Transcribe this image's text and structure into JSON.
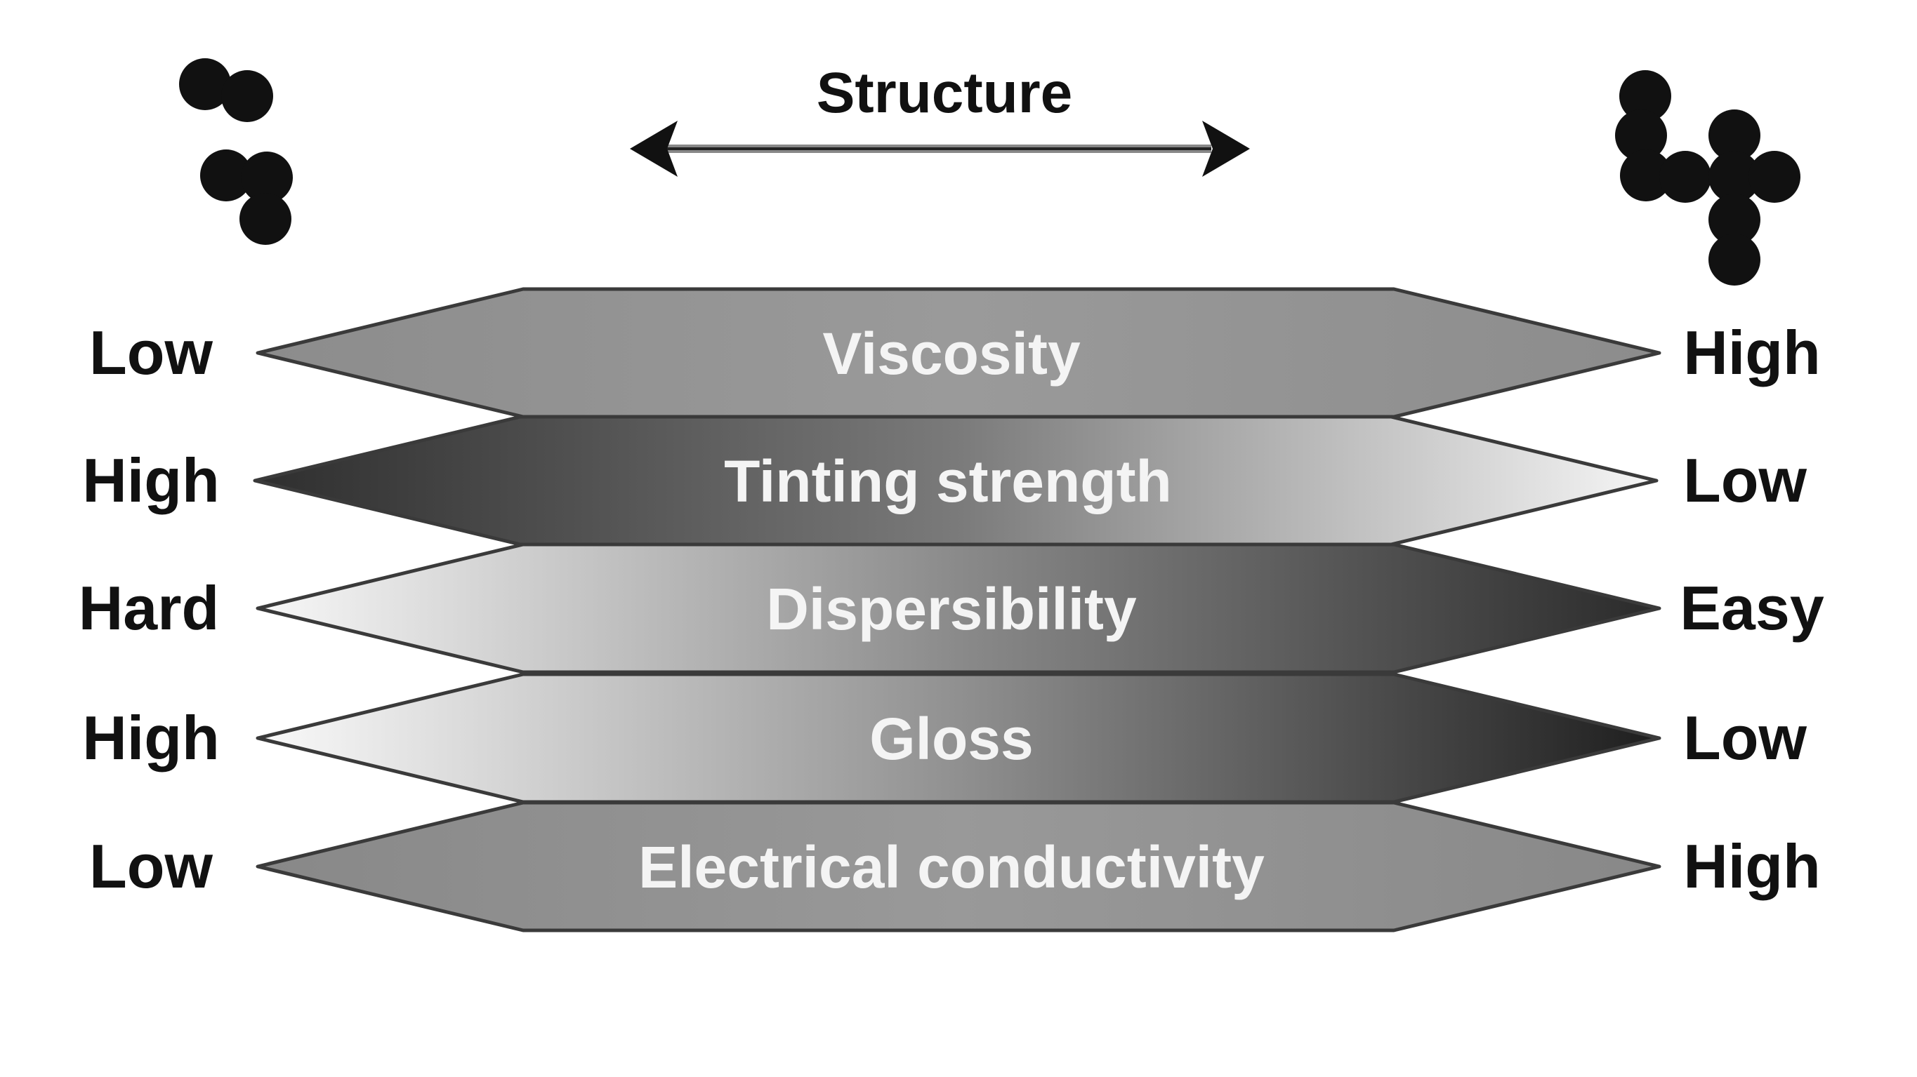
{
  "diagram": {
    "title": "Structure",
    "rows": [
      {
        "property": "Viscosity",
        "left": "Low",
        "right": "High",
        "gradient": [
          "#8c8c8c",
          "#9a9a9a",
          "#8c8c8c"
        ]
      },
      {
        "property": "Tinting strength",
        "left": "High",
        "right": "Low",
        "gradient": [
          "#2e2e2e",
          "#7a7a7a",
          "#f6f6f6"
        ]
      },
      {
        "property": "Dispersibility",
        "left": "Hard",
        "right": "Easy",
        "gradient": [
          "#f8f8f8",
          "#8a8a8a",
          "#2a2a2a"
        ]
      },
      {
        "property": "Gloss",
        "left": "High",
        "right": "Low",
        "gradient": [
          "#fafafa",
          "#909090",
          "#1e1e1e"
        ]
      },
      {
        "property": "Electrical conductivity",
        "left": "Low",
        "right": "High",
        "gradient": [
          "#888888",
          "#999999",
          "#888888"
        ]
      }
    ],
    "colors": {
      "particles": "#111111",
      "band_edge": "#3a3a3a",
      "arrow": "#111111"
    }
  }
}
